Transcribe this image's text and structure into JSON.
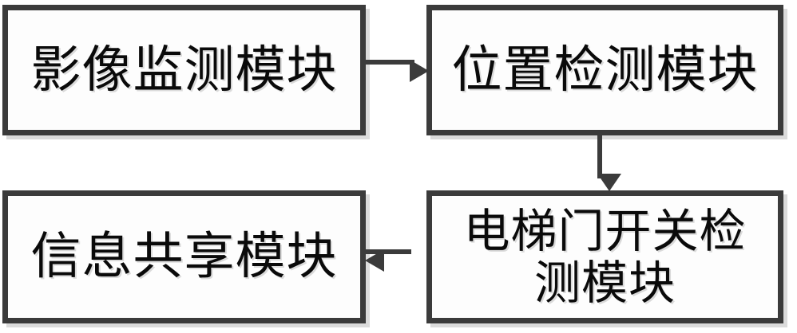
{
  "diagram": {
    "type": "block-flow-diagram",
    "background_color": "#ffffff",
    "box_border_color": "#3b3b3b",
    "box_fill_color": "#fdfdfd",
    "text_color": "#0a0a0a",
    "nodes": [
      {
        "id": "image-monitoring-module",
        "label": "影像监测模块",
        "position": "top-left"
      },
      {
        "id": "position-detection-module",
        "label": "位置检测模块",
        "position": "top-right"
      },
      {
        "id": "elevator-door-switch-detection-module",
        "label": "电梯门开关检\n测模块",
        "position": "bottom-right"
      },
      {
        "id": "information-sharing-module",
        "label": "信息共享模块",
        "position": "bottom-left"
      }
    ],
    "connectors": [
      {
        "id": "image-to-position",
        "from": "image-monitoring-module",
        "to": "position-detection-module",
        "direction": "right",
        "arrow": "single"
      },
      {
        "id": "position-to-door",
        "from": "position-detection-module",
        "to": "elevator-door-switch-detection-module",
        "direction": "down",
        "arrow": "single"
      },
      {
        "id": "door-to-info",
        "from": "elevator-door-switch-detection-module",
        "to": "information-sharing-module",
        "direction": "left",
        "arrow": "single"
      }
    ]
  }
}
